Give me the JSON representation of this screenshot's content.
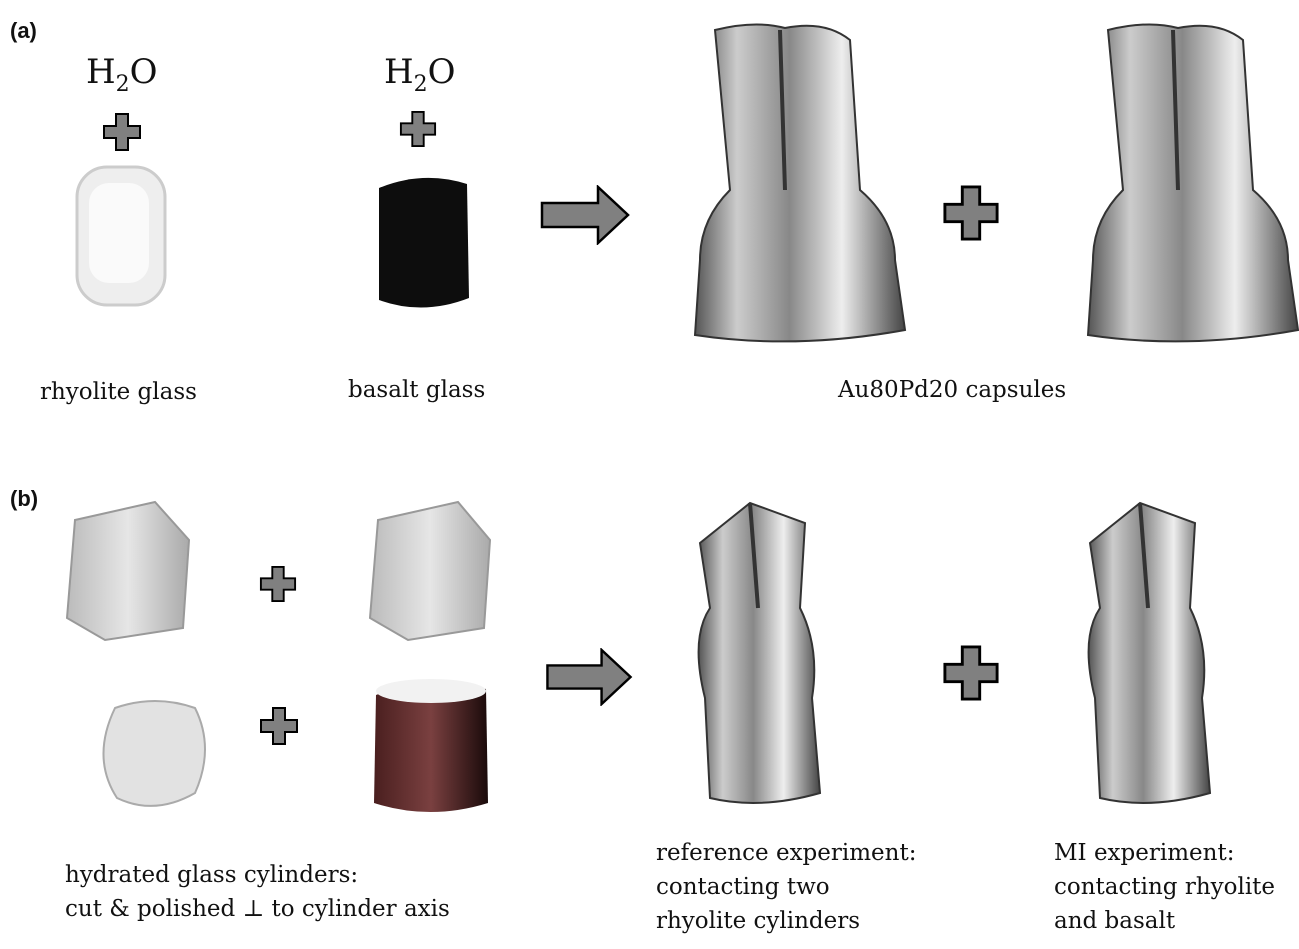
{
  "panel_a": {
    "label": "(a)",
    "formula_base": "H",
    "formula_sub": "2",
    "formula_tail": "O",
    "labels": {
      "rhyolite": "rhyolite glass",
      "basalt": "basalt glass",
      "capsules": "Au80Pd20 capsules"
    }
  },
  "panel_b": {
    "label": "(b)",
    "left_caption": [
      "hydrated glass cylinders:",
      "cut & polished ⊥ to cylinder axis"
    ],
    "reference_caption": [
      "reference experiment:",
      "contacting two",
      "rhyolite cylinders"
    ],
    "mi_caption": [
      "MI experiment:",
      "contacting rhyolite",
      "and basalt"
    ]
  },
  "colors": {
    "symbol_fill": "#808080",
    "stroke": "#000000"
  }
}
